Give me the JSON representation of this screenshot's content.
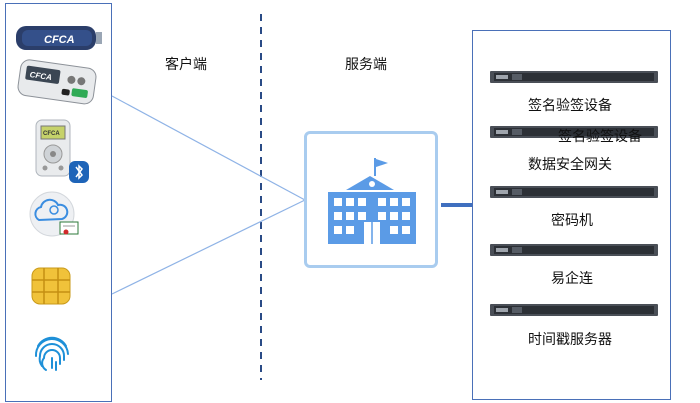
{
  "headers": {
    "client": "客户端",
    "server": "服务端"
  },
  "devices": {
    "usbkey_logo": "CFCA",
    "otp_logo": "CFCA",
    "mobile_token_logo": "CFCA"
  },
  "servers": [
    {
      "label": "签名验签设备"
    },
    {
      "label": "签名验签设备"
    },
    {
      "label": "数据安全网关"
    },
    {
      "label": "密码机"
    },
    {
      "label": "易企连"
    },
    {
      "label": "时间戳服务器"
    }
  ],
  "colors": {
    "panel_border": "#4a70b8",
    "divider": "#2a4b86",
    "line": "#8fb3e6",
    "institution": "#5b9be6",
    "connector": "#3f6fbf"
  }
}
